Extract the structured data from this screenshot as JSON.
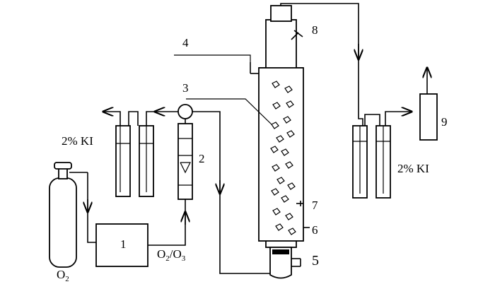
{
  "labels": {
    "n1": "1",
    "n2": "2",
    "n3": "3",
    "n4": "4",
    "n5": "5",
    "n6": "6",
    "n7": "7",
    "n8": "8",
    "n9": "9",
    "ki_left": "2% KI",
    "ki_right": "2% KI",
    "o2_main": "O",
    "o2_sub": "2",
    "o2o3_a": "O",
    "o2o3_a_sub": "2",
    "o2o3_slash": "/O",
    "o2o3_b_sub": "3"
  },
  "colors": {
    "line": "#000000",
    "background": "#ffffff"
  }
}
